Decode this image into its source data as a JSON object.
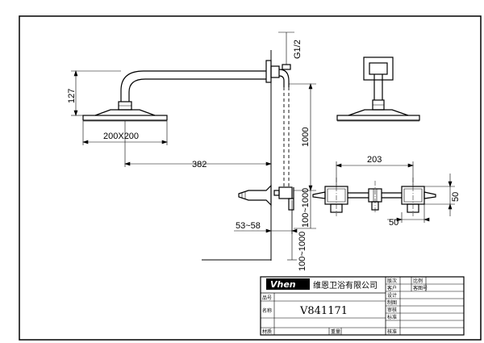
{
  "dimensions": {
    "height_127": "127",
    "head_200x200": "200X200",
    "arm_382": "382",
    "thread_g12": "G1/2",
    "riser_1000": "1000",
    "valve_1000": "100~1000",
    "range_53_58": "53~58",
    "floor_100_1000": "100~1000",
    "spread_203": "203",
    "width_50": "50",
    "height_50": "50"
  },
  "title_block": {
    "brand_logo": "Vhen",
    "company": "维恩卫浴有限公司",
    "model": "V841171",
    "rows_left": [
      "品号",
      "名称",
      "材质"
    ],
    "row_mid_label": "重量",
    "rows_right_a": [
      "版次",
      "客户",
      "设计",
      "制图",
      "审核",
      "标准",
      "核准"
    ],
    "rows_right_b": [
      "比例",
      "客图号"
    ]
  }
}
